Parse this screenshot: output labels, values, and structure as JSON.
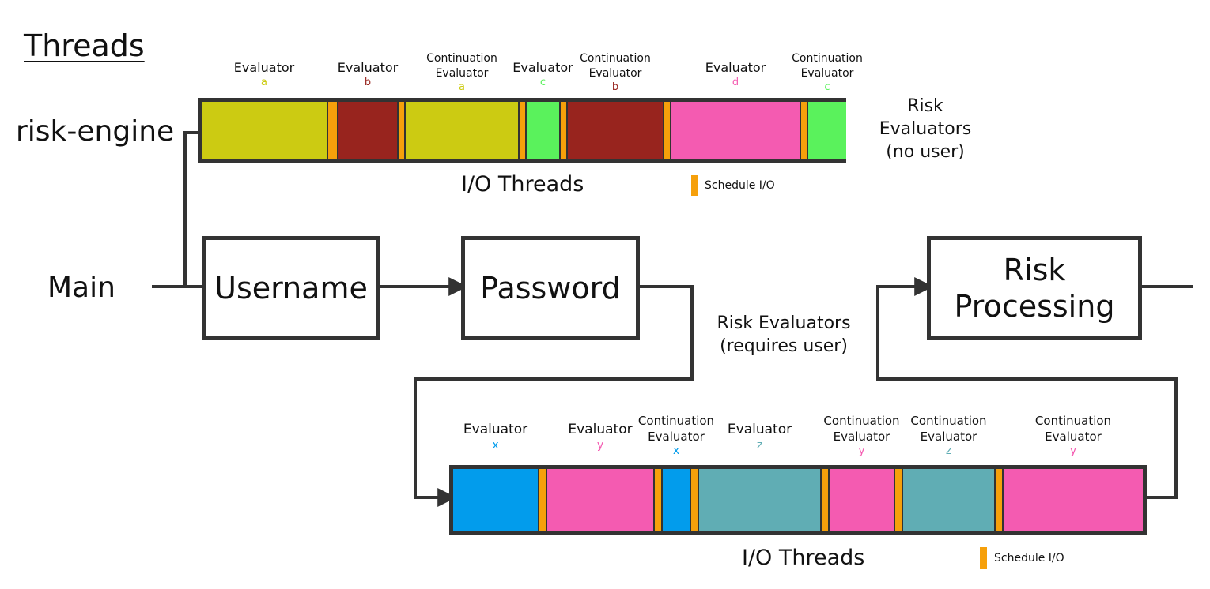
{
  "title": "Threads",
  "threads": {
    "risk_engine": "risk-engine",
    "main": "Main"
  },
  "boxes": {
    "username": "Username",
    "password": "Password",
    "risk_processing": "Risk Processing"
  },
  "colors": {
    "a": "#CCCB12",
    "b": "#98241E",
    "c": "#5AF25C",
    "d": "#F45BB1",
    "x": "#029CEC",
    "y": "#F45BB1",
    "z": "#60ADB4",
    "schedule_io": "#F6A00B",
    "border": "#333333"
  },
  "top_panel": {
    "side_label": "Risk Evaluators (no user)",
    "io_label": "I/O Threads",
    "legend_label": "Schedule I/O",
    "segments": [
      {
        "name": "Evaluator",
        "letter": "a",
        "color_key": "a"
      },
      {
        "name": "Evaluator",
        "letter": "b",
        "color_key": "b"
      },
      {
        "name": "Continuation Evaluator",
        "letter": "a",
        "color_key": "a"
      },
      {
        "name": "Evaluator",
        "letter": "c",
        "color_key": "c"
      },
      {
        "name": "Continuation Evaluator",
        "letter": "b",
        "color_key": "b"
      },
      {
        "name": "Evaluator",
        "letter": "d",
        "color_key": "d"
      },
      {
        "name": "Continuation Evaluator",
        "letter": "c",
        "color_key": "c"
      }
    ]
  },
  "bottom_panel": {
    "side_label": "Risk Evaluators (requires user)",
    "io_label": "I/O Threads",
    "legend_label": "Schedule I/O",
    "segments": [
      {
        "name": "Evaluator",
        "letter": "x",
        "color_key": "x"
      },
      {
        "name": "Evaluator",
        "letter": "y",
        "color_key": "y"
      },
      {
        "name": "Continuation Evaluator",
        "letter": "x",
        "color_key": "x"
      },
      {
        "name": "Evaluator",
        "letter": "z",
        "color_key": "z"
      },
      {
        "name": "Continuation Evaluator",
        "letter": "y",
        "color_key": "y"
      },
      {
        "name": "Continuation Evaluator",
        "letter": "z",
        "color_key": "z"
      },
      {
        "name": "Continuation Evaluator",
        "letter": "y",
        "color_key": "y"
      }
    ]
  }
}
